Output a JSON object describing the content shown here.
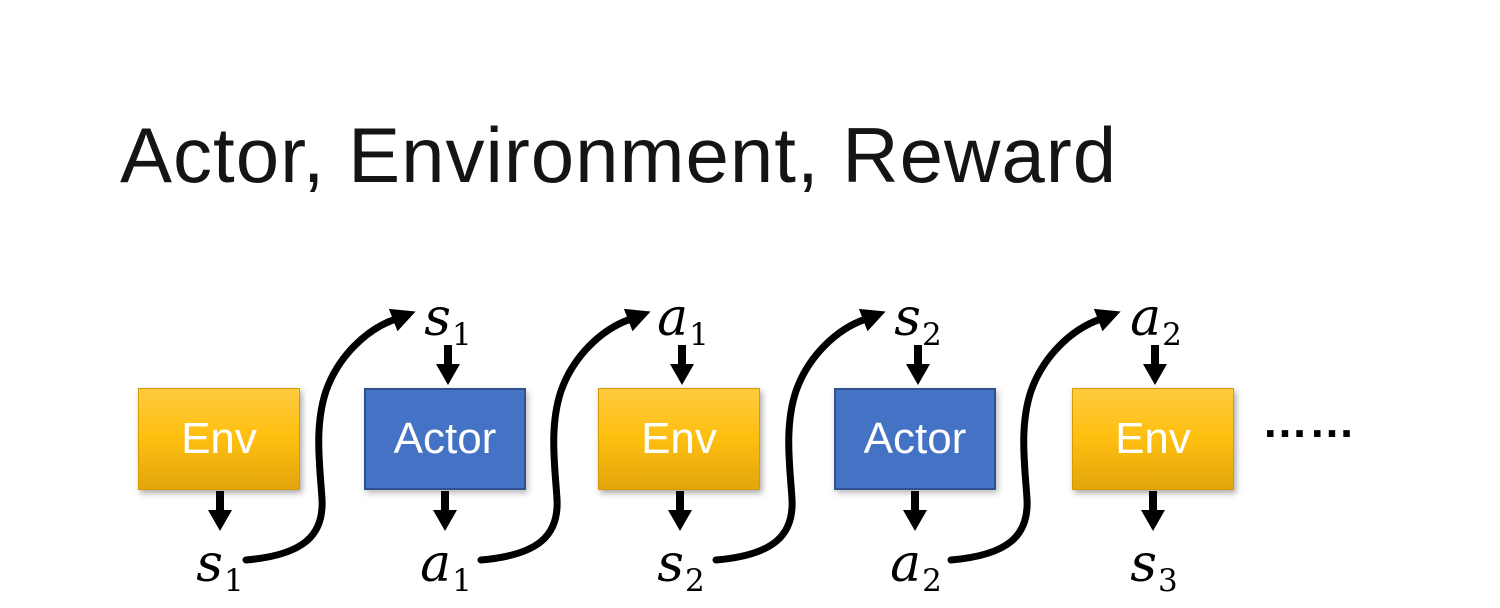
{
  "title": "Actor, Environment, Reward",
  "colors": {
    "env_top": "#FFCB3F",
    "env_mid": "#FFBF10",
    "env_bottom": "#E2A50B",
    "env_border": "#D49C00",
    "actor_fill": "#4472C4",
    "actor_border": "#2F528F",
    "arrow": "#000000",
    "box_text": "#FFFFFF",
    "title": "#141414",
    "bg": "#FFFFFF"
  },
  "diagram": {
    "boxes": [
      {
        "label": "Env",
        "type": "env"
      },
      {
        "label": "Actor",
        "type": "actor"
      },
      {
        "label": "Env",
        "type": "env"
      },
      {
        "label": "Actor",
        "type": "actor"
      },
      {
        "label": "Env",
        "type": "env"
      }
    ],
    "top_labels": [
      {
        "base": "s",
        "sub": "1"
      },
      {
        "base": "a",
        "sub": "1"
      },
      {
        "base": "s",
        "sub": "2"
      },
      {
        "base": "a",
        "sub": "2"
      }
    ],
    "bottom_labels": [
      {
        "base": "s",
        "sub": "1"
      },
      {
        "base": "a",
        "sub": "1"
      },
      {
        "base": "s",
        "sub": "2"
      },
      {
        "base": "a",
        "sub": "2"
      },
      {
        "base": "s",
        "sub": "3"
      }
    ],
    "ellipsis": "……"
  }
}
